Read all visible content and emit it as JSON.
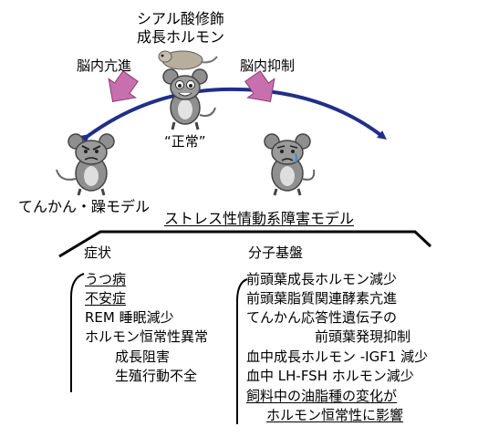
{
  "title": {
    "line1": "シアル酸修飾",
    "line2": "成長ホルモン"
  },
  "arrows": {
    "left": "脳内亢進",
    "right": "脳内抑制"
  },
  "center_label": "“正常”",
  "left_model": "てんかん・躁モデル",
  "right_model": "ストレス性情動系障害モデル",
  "symptoms": {
    "heading": "症状",
    "items": [
      {
        "text": "うつ病",
        "underline": true
      },
      {
        "text": "不安症",
        "underline": true
      },
      {
        "text": "REM 睡眠減少",
        "underline": false
      },
      {
        "text": "ホルモン恒常性異常",
        "underline": false
      },
      {
        "text": "成長阻害",
        "underline": false
      },
      {
        "text": "生殖行動不全",
        "underline": false
      }
    ]
  },
  "molecular": {
    "heading": "分子基盤",
    "items": [
      {
        "text": "前頭葉成長ホルモン減少",
        "underline": false
      },
      {
        "text": "前頭葉脂質関連酵素亢進",
        "underline": false
      },
      {
        "text": "てんかん応答性遺伝子の",
        "underline": false
      },
      {
        "text": "前頭葉発現抑制",
        "underline": false
      },
      {
        "text": "血中成長ホルモン -IGF1  減少",
        "underline": false
      },
      {
        "text": "血中 LH-FSH ホルモン減少",
        "underline": false
      },
      {
        "text": "飼料中の油脂種の変化が",
        "underline": true
      },
      {
        "text": "ホルモン恒常性に影響",
        "underline": true
      }
    ]
  },
  "colors": {
    "arc": "#1f2f8a",
    "arrow": "#c86fae",
    "mouse": "#8f8f8f",
    "mouse_dark": "#5e5e5e"
  },
  "icons": [
    "mouse-normal-icon",
    "mouse-angry-icon",
    "mouse-sad-icon",
    "mouse-lying-icon"
  ]
}
